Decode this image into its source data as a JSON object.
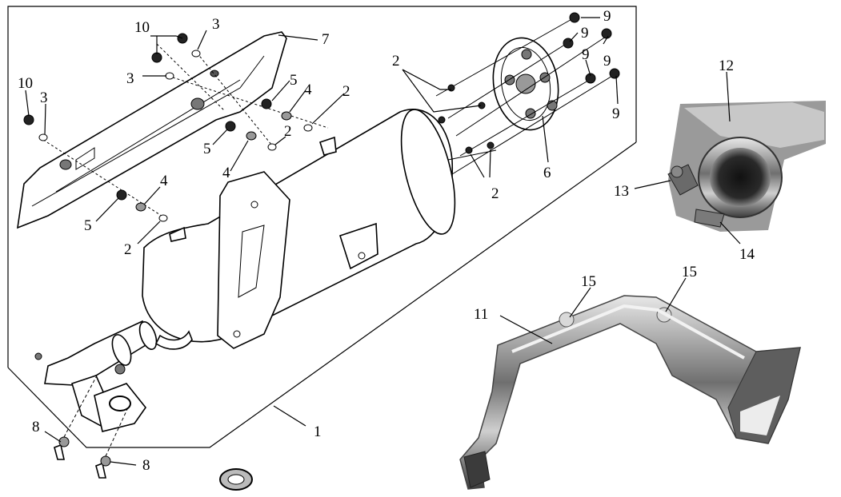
{
  "diagram": {
    "callouts": {
      "c1": "1",
      "c2a": "2",
      "c2b": "2",
      "c2c": "2",
      "c2d": "2",
      "c2e": "2",
      "c3a": "3",
      "c3b": "3",
      "c3c": "3",
      "c4a": "4",
      "c4b": "4",
      "c4c": "4",
      "c5a": "5",
      "c5b": "5",
      "c5c": "5",
      "c6": "6",
      "c7": "7",
      "c8a": "8",
      "c8b": "8",
      "c9a": "9",
      "c9b": "9",
      "c9c": "9",
      "c9d": "9",
      "c9e": "9",
      "c10a": "10",
      "c10b": "10",
      "c11": "11",
      "c12": "12",
      "c13": "13",
      "c14": "14",
      "c15a": "15",
      "c15b": "15"
    }
  }
}
